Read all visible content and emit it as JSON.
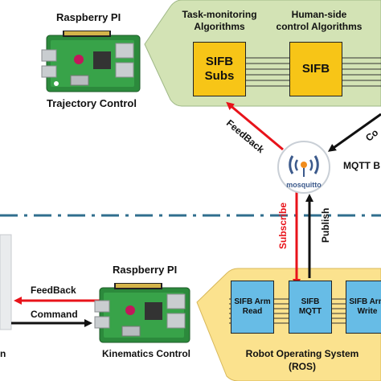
{
  "top_board": {
    "title": "Raspberry PI",
    "caption": "Trajectory Control"
  },
  "cloud_panel": {
    "col1_label_line1": "Task-monitoring",
    "col1_label_line2": "Algorithms",
    "col2_label_line1": "Human-side",
    "col2_label_line2": "control Algorithms",
    "block1_line1": "SIFB",
    "block1_line2": "Subs",
    "block2": "SIFB"
  },
  "broker": {
    "logo_text": "mosquitto",
    "label": "MQTT B"
  },
  "arrows": {
    "feedback_top": "FeedBack",
    "command_top": "Co",
    "subscribe": "Subscribe",
    "publish": "Publish",
    "feedback_bottom": "FeedBack",
    "command_bottom": "Command"
  },
  "bottom_board": {
    "title": "Raspberry PI",
    "caption": "Kinematics Control"
  },
  "ros_panel": {
    "block1_line1": "SIFB Arm",
    "block1_line2": "Read",
    "block2_line1": "SIFB",
    "block2_line2": "MQTT",
    "block3_line1": "SIFB Arm",
    "block3_line2": "Write",
    "caption_line1": "Robot Operating System",
    "caption_line2": "(ROS)"
  },
  "left_edge_glyph": "n",
  "colors": {
    "cloud_fill": "#d3e3b5",
    "ros_fill": "#fbe28e",
    "sifb_yellow": "#f7c517",
    "sifb_blue": "#67bce6",
    "red_arrow": "#e8131a",
    "divider": "#2f6e8e"
  }
}
